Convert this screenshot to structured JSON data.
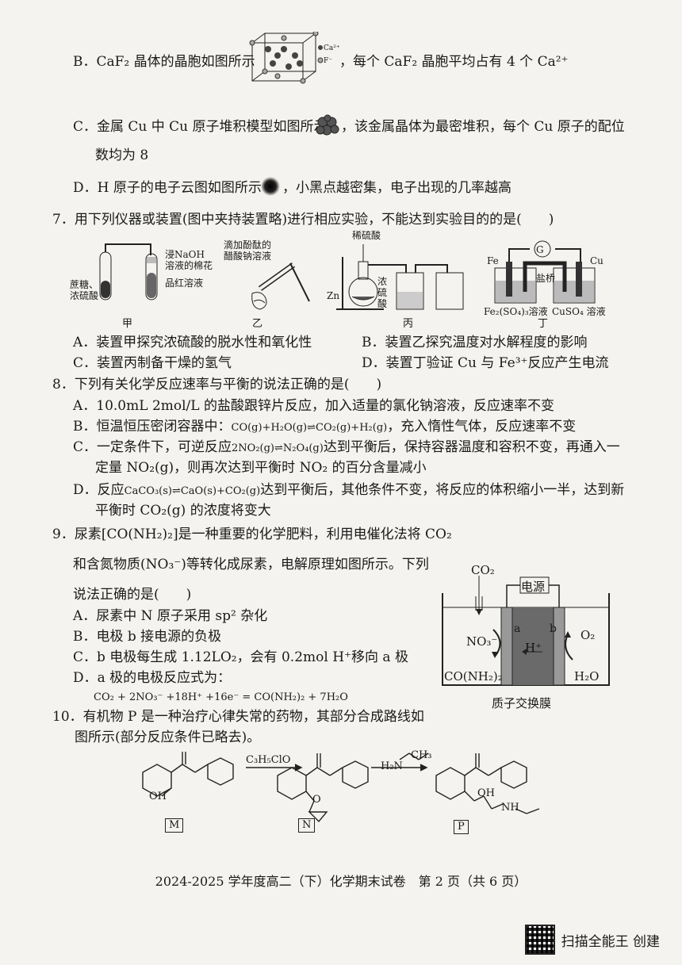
{
  "q6": {
    "B_pre": "B．CaF₂ 晶体的晶胞如图所示",
    "B_post": "，每个 CaF₂ 晶胞平均占有 4 个 Ca²⁺",
    "B_legend_ca": "Ca²⁺",
    "B_legend_f": "F⁻",
    "C_pre": "C．金属 Cu 中 Cu 原子堆积模型如图所示",
    "C_post": "，该金属晶体为最密堆积，每个 Cu 原子的配位",
    "C_cont": "数均为 8",
    "D_pre": "D．H 原子的电子云图如图所示",
    "D_post": "，小黑点越密集，电子出现的几率越高"
  },
  "q7": {
    "stem": "7．用下列仪器或装置(图中夹持装置略)进行相应实验，不能达到实验目的的是(　　)",
    "fig_jia": {
      "l1": "蔗糖、",
      "l2": "浓硫酸",
      "r1": "浸NaOH",
      "r2": "溶液的棉花",
      "r3": "品红溶液",
      "cap": "甲"
    },
    "fig_yi": {
      "t1": "滴加酚酞的",
      "t2": "醋酸钠溶液",
      "cap": "乙"
    },
    "fig_bing": {
      "top": "稀硫酸",
      "zn": "Zn",
      "acid1": "浓",
      "acid2": "硫",
      "acid3": "酸",
      "cap": "丙"
    },
    "fig_ding": {
      "g": "G",
      "fe": "Fe",
      "cu": "Cu",
      "bridge": "盐桥",
      "sol1": "Fe₂(SO₄)₃溶液",
      "sol2": "CuSO₄ 溶液",
      "cap": "丁"
    },
    "A": "A．装置甲探究浓硫酸的脱水性和氧化性",
    "B": "B．装置乙探究温度对水解程度的影响",
    "C": "C．装置丙制备干燥的氢气",
    "D": "D．装置丁验证 Cu 与 Fe³⁺反应产生电流"
  },
  "q8": {
    "stem": "8．下列有关化学反应速率与平衡的说法正确的是(　　)",
    "A": "A．10.0mL 2mol/L 的盐酸跟锌片反应，加入适量的氯化钠溶液，反应速率不变",
    "B_pre": "B．恒温恒压密闭容器中：",
    "B_eq": "CO(g)+H₂O(g)⇌CO₂(g)+H₂(g)",
    "B_post": "，充入惰性气体，反应速率不变",
    "C_pre": "C．一定条件下，可逆反应",
    "C_eq": "2NO₂(g)⇌N₂O₄(g)",
    "C_post": "达到平衡后，保持容器温度和容积不变，再通入一",
    "C_cont": "定量 NO₂(g)，则再次达到平衡时 NO₂ 的百分含量减小",
    "D_pre": "D．反应",
    "D_eq": "CaCO₃(s)⇌CaO(s)+CO₂(g)",
    "D_post": "达到平衡后，其他条件不变，将反应的体积缩小一半，达到新",
    "D_cont": "平衡时 CO₂(g) 的浓度将变大"
  },
  "q9": {
    "l1": "9．尿素[CO(NH₂)₂]是一种重要的化学肥料，利用电催化法将 CO₂",
    "l2": "和含氮物质(NO₃⁻)等转化成尿素，电解原理如图所示。下列",
    "l3": "说法正确的是(　　)",
    "A": "A．尿素中 N 原子采用 sp² 杂化",
    "B": "B．电极 b 接电源的负极",
    "C": "C．b 电极每生成 1.12LO₂，会有 0.2mol H⁺移向 a 极",
    "D": "D．a 极的电极反应式为：",
    "D_eq": "CO₂ + 2NO₃⁻ +18H⁺ +16e⁻ = CO(NH₂)₂ + 7H₂O",
    "fig": {
      "co2": "CO₂",
      "power": "电源",
      "a": "a",
      "b": "b",
      "no3": "NO₃⁻",
      "h": "H⁺",
      "o2": "O₂",
      "urea": "CO(NH₂)₂",
      "h2o": "H₂O",
      "membrane": "质子交换膜"
    }
  },
  "q10": {
    "l1": "10．有机物 P 是一种治疗心律失常的药物，其部分合成路线如",
    "l2": "图所示(部分反应条件已略去)。",
    "reagent1": "C₃H₅ClO",
    "reagent2": "H₂N",
    "ch3": "CH₃",
    "oh": "OH",
    "nh": "NH",
    "o": "O",
    "M": "M",
    "N": "N",
    "P": "P"
  },
  "footer": "2024-2025 学年度高二（下）化学期末试卷　第 2 页（共 6 页）",
  "watermark": "扫描全能王 创建"
}
